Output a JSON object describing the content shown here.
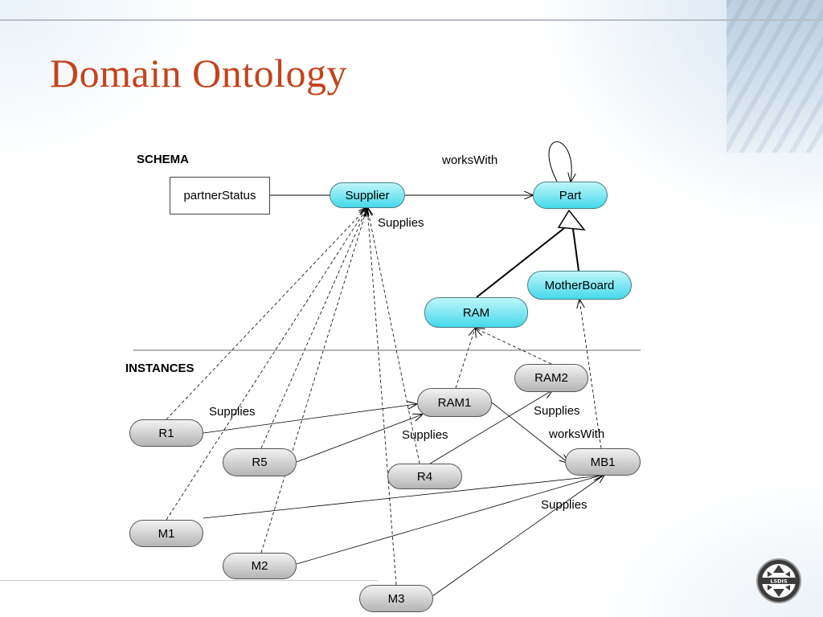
{
  "slide": {
    "title": "Domain Ontology"
  },
  "sections": {
    "schema": "SCHEMA",
    "instances": "INSTANCES"
  },
  "schema_nodes": {
    "partnerStatus": "partnerStatus",
    "supplier": "Supplier",
    "part": "Part",
    "motherboard": "MotherBoard",
    "ram": "RAM"
  },
  "instance_nodes": {
    "ram1": "RAM1",
    "ram2": "RAM2",
    "mb1": "MB1",
    "r1": "R1",
    "r5": "R5",
    "r4": "R4",
    "m1": "M1",
    "m2": "M2",
    "m3": "M3"
  },
  "edge_labels": {
    "schema_works_with": "worksWith",
    "schema_supplies": "Supplies",
    "r1_supplies": "Supplies",
    "r5_supplies": "Supplies",
    "r4_supplies": "Supplies",
    "mb1_works_with": "worksWith",
    "m_supplies": "Supplies"
  },
  "colors": {
    "title": "#c4441c",
    "schema_node": "#45d9ea",
    "instance_node": "#b4b4b4"
  },
  "logo": {
    "name": "LSDIS",
    "icon": "compass-arrows-logo"
  }
}
